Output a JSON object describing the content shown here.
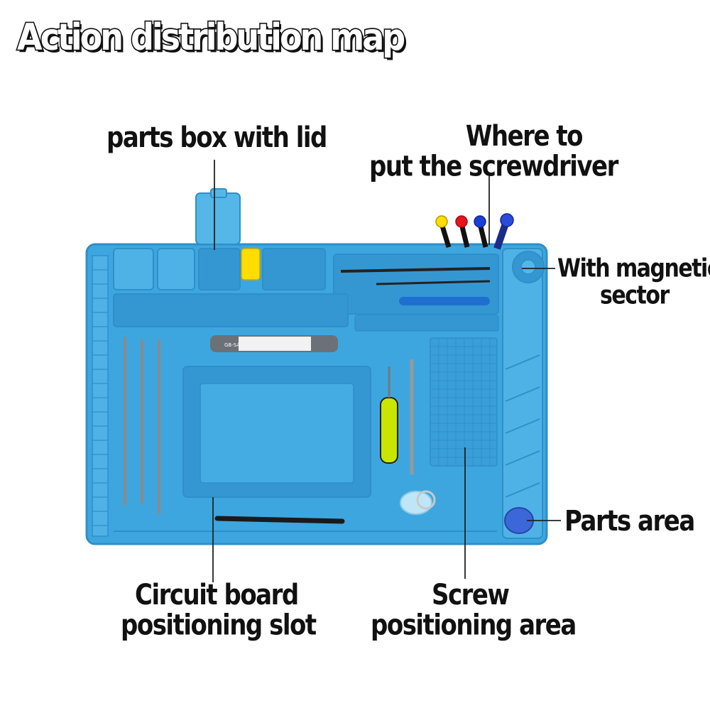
{
  "title": "Action distribution map",
  "labels": {
    "parts_box": "parts box with lid",
    "screwdriver_line1": "Where to",
    "screwdriver_line2": "put the screwdriver",
    "magnetic_line1": "With magnetic",
    "magnetic_line2": "sector",
    "parts_area": "Parts area",
    "circuit_line1": "Circuit board",
    "circuit_line2": "positioning slot",
    "screw_line1": "Screw",
    "screw_line2": "positioning area"
  },
  "colors": {
    "mat": "#3ea6df",
    "mat_dark": "#2f8fc8",
    "mat_light": "#5bb8ea",
    "text": "#111111",
    "screwdriver_yellow": "#c8e600",
    "knob_yellow": "#ffdd00",
    "knob_red": "#e8131b",
    "knob_blue": "#1a3fd6"
  },
  "icons": [
    "spudger-tool",
    "screwdriver-icon",
    "tweezers-icon",
    "suction-cup-icon",
    "opening-pick-icon",
    "screw-icon",
    "pry-tool-card"
  ],
  "tool_card_text": "GB-SA"
}
